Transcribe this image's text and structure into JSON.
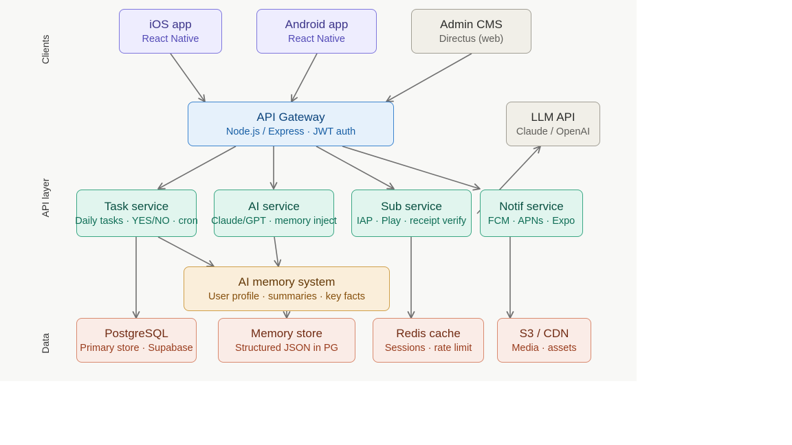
{
  "lanes": {
    "clients": "Clients",
    "api_layer": "API layer",
    "data": "Data"
  },
  "nodes": {
    "ios": {
      "title": "iOS app",
      "subtitle": "React Native"
    },
    "android": {
      "title": "Android app",
      "subtitle": "React Native"
    },
    "admin": {
      "title": "Admin CMS",
      "subtitle": "Directus (web)"
    },
    "gateway": {
      "title": "API Gateway",
      "subtitle": "Node.js / Express · JWT auth"
    },
    "llm": {
      "title": "LLM API",
      "subtitle": "Claude / OpenAI"
    },
    "task": {
      "title": "Task service",
      "subtitle": "Daily tasks · YES/NO · cron"
    },
    "ai": {
      "title": "AI service",
      "subtitle": "Claude/GPT · memory inject"
    },
    "sub": {
      "title": "Sub service",
      "subtitle": "IAP · Play · receipt verify"
    },
    "notif": {
      "title": "Notif service",
      "subtitle": "FCM · APNs · Expo"
    },
    "memsys": {
      "title": "AI memory system",
      "subtitle": "User profile · summaries · key facts"
    },
    "postgres": {
      "title": "PostgreSQL",
      "subtitle": "Primary store · Supabase"
    },
    "memstore": {
      "title": "Memory store",
      "subtitle": "Structured JSON in PG"
    },
    "redis": {
      "title": "Redis cache",
      "subtitle": "Sessions · rate limit"
    },
    "s3": {
      "title": "S3 / CDN",
      "subtitle": "Media · assets"
    }
  },
  "edges": [
    {
      "from": "ios",
      "to": "gateway"
    },
    {
      "from": "android",
      "to": "gateway"
    },
    {
      "from": "admin",
      "to": "gateway"
    },
    {
      "from": "gateway",
      "to": "task"
    },
    {
      "from": "gateway",
      "to": "ai"
    },
    {
      "from": "gateway",
      "to": "sub"
    },
    {
      "from": "gateway",
      "to": "notif"
    },
    {
      "from": "sub",
      "to": "llm"
    },
    {
      "from": "task",
      "to": "memsys"
    },
    {
      "from": "ai",
      "to": "memsys"
    },
    {
      "from": "task",
      "to": "postgres"
    },
    {
      "from": "memsys",
      "to": "memstore"
    },
    {
      "from": "sub",
      "to": "redis"
    },
    {
      "from": "notif",
      "to": "s3"
    }
  ],
  "colors": {
    "canvas": "#f8f8f6",
    "edge": "#707070"
  }
}
